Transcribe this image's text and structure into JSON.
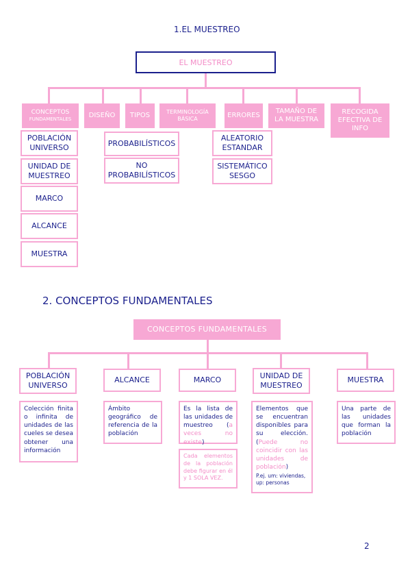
{
  "section1": {
    "title": "1.EL MUESTREO",
    "root": "EL MUESTREO",
    "branches": {
      "conceptos_line1": "CONCEPTOS",
      "conceptos_line2": "FUNDAMENTALES",
      "diseno": "DISEÑO",
      "tipos": "TIPOS",
      "terminologia_line1": "TERMINOLOGÍA",
      "terminologia_line2": "BÁSICA",
      "errores": "ERRORES",
      "tamano_line1": "TAMAÑO DE",
      "tamano_line2": "LA MUESTRA",
      "recogida_line1": "RECOGIDA",
      "recogida_line2": "EFECTIVA DE",
      "recogida_line3": "INFO"
    },
    "conceptos_items": [
      {
        "l1": "POBLACIÓN",
        "l2": "UNIVERSO"
      },
      {
        "l1": "UNIDAD DE",
        "l2": "MUESTREO"
      },
      {
        "l1": "MARCO",
        "l2": ""
      },
      {
        "l1": "ALCANCE",
        "l2": ""
      },
      {
        "l1": "MUESTRA",
        "l2": ""
      }
    ],
    "tipos_items": [
      {
        "l1": "PROBABILÍSTICOS",
        "l2": ""
      },
      {
        "l1": "NO",
        "l2": "PROBABILÍSTICOS"
      }
    ],
    "errores_items": [
      {
        "l1": "ALEATORIO",
        "l2": "ESTANDAR"
      },
      {
        "l1": "SISTEMÁTICO",
        "l2": "SESGO"
      }
    ]
  },
  "section2": {
    "title": "2.  CONCEPTOS FUNDAMENTALES",
    "root": "CONCEPTOS FUNDAMENTALES",
    "cols": [
      {
        "l1": "POBLACIÓN",
        "l2": "UNIVERSO",
        "desc": "Colección finita o infinita de unidades de las cueles se desea obtener una información"
      },
      {
        "l1": "ALCANCE",
        "l2": "",
        "desc": "Ámbito geográfico de referencia de la población"
      },
      {
        "l1": "MARCO",
        "l2": "",
        "desc_a": "Es la lista de las unidades de muestreo (",
        "desc_b": "a veces no existe",
        "desc_c": ")",
        "note": "Cada elementos de la población debe figurar en él y 1 SOLA VEZ."
      },
      {
        "l1": "UNIDAD DE",
        "l2": "MUESTREO",
        "desc_a": "Elementos que se encuentran disponibles para su elección. (",
        "desc_b": "Puede no coincidir con las unidades de población",
        "desc_c": ")",
        "desc_d": "P.ej. um: viviendas, up: personas"
      },
      {
        "l1": "MUESTRA",
        "l2": "",
        "desc": "Una parte de las unidades que forman la población"
      }
    ]
  },
  "page_number": "2"
}
